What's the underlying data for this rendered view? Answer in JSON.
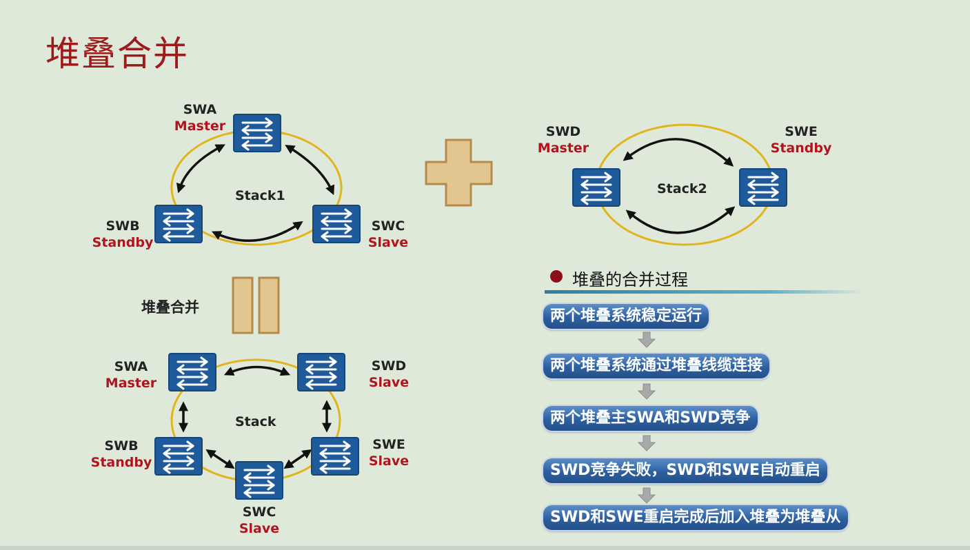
{
  "page": {
    "title": "堆叠合并"
  },
  "stack1": {
    "label": "Stack1",
    "switches": {
      "swa": {
        "name": "SWA",
        "role": "Master"
      },
      "swb": {
        "name": "SWB",
        "role": "Standby"
      },
      "swc": {
        "name": "SWC",
        "role": "Slave"
      }
    }
  },
  "stack2": {
    "label": "Stack2",
    "switches": {
      "swd": {
        "name": "SWD",
        "role": "Master"
      },
      "swe": {
        "name": "SWE",
        "role": "Standby"
      }
    }
  },
  "merge": {
    "label": "堆叠合并"
  },
  "merged_stack": {
    "label": "Stack",
    "switches": {
      "swa": {
        "name": "SWA",
        "role": "Master"
      },
      "swd": {
        "name": "SWD",
        "role": "Slave"
      },
      "swb": {
        "name": "SWB",
        "role": "Standby"
      },
      "swe": {
        "name": "SWE",
        "role": "Slave"
      },
      "swc": {
        "name": "SWC",
        "role": "Slave"
      }
    }
  },
  "process": {
    "title": "堆叠的合并过程",
    "steps": [
      "两个堆叠系统稳定运行",
      "两个堆叠系统通过堆叠线缆连接",
      "两个堆叠主SWA和SWD竞争",
      "SWD竞争失败，SWD和SWE自动重启",
      "SWD和SWE重启完成后加入堆叠为堆叠从"
    ]
  },
  "colors": {
    "title": "#9e1b1b",
    "role": "#b0141e",
    "ring": "#e2b41c",
    "switch": "#1f5a9a",
    "step": "#2d5f9e",
    "symbol": "#e3c58f"
  }
}
